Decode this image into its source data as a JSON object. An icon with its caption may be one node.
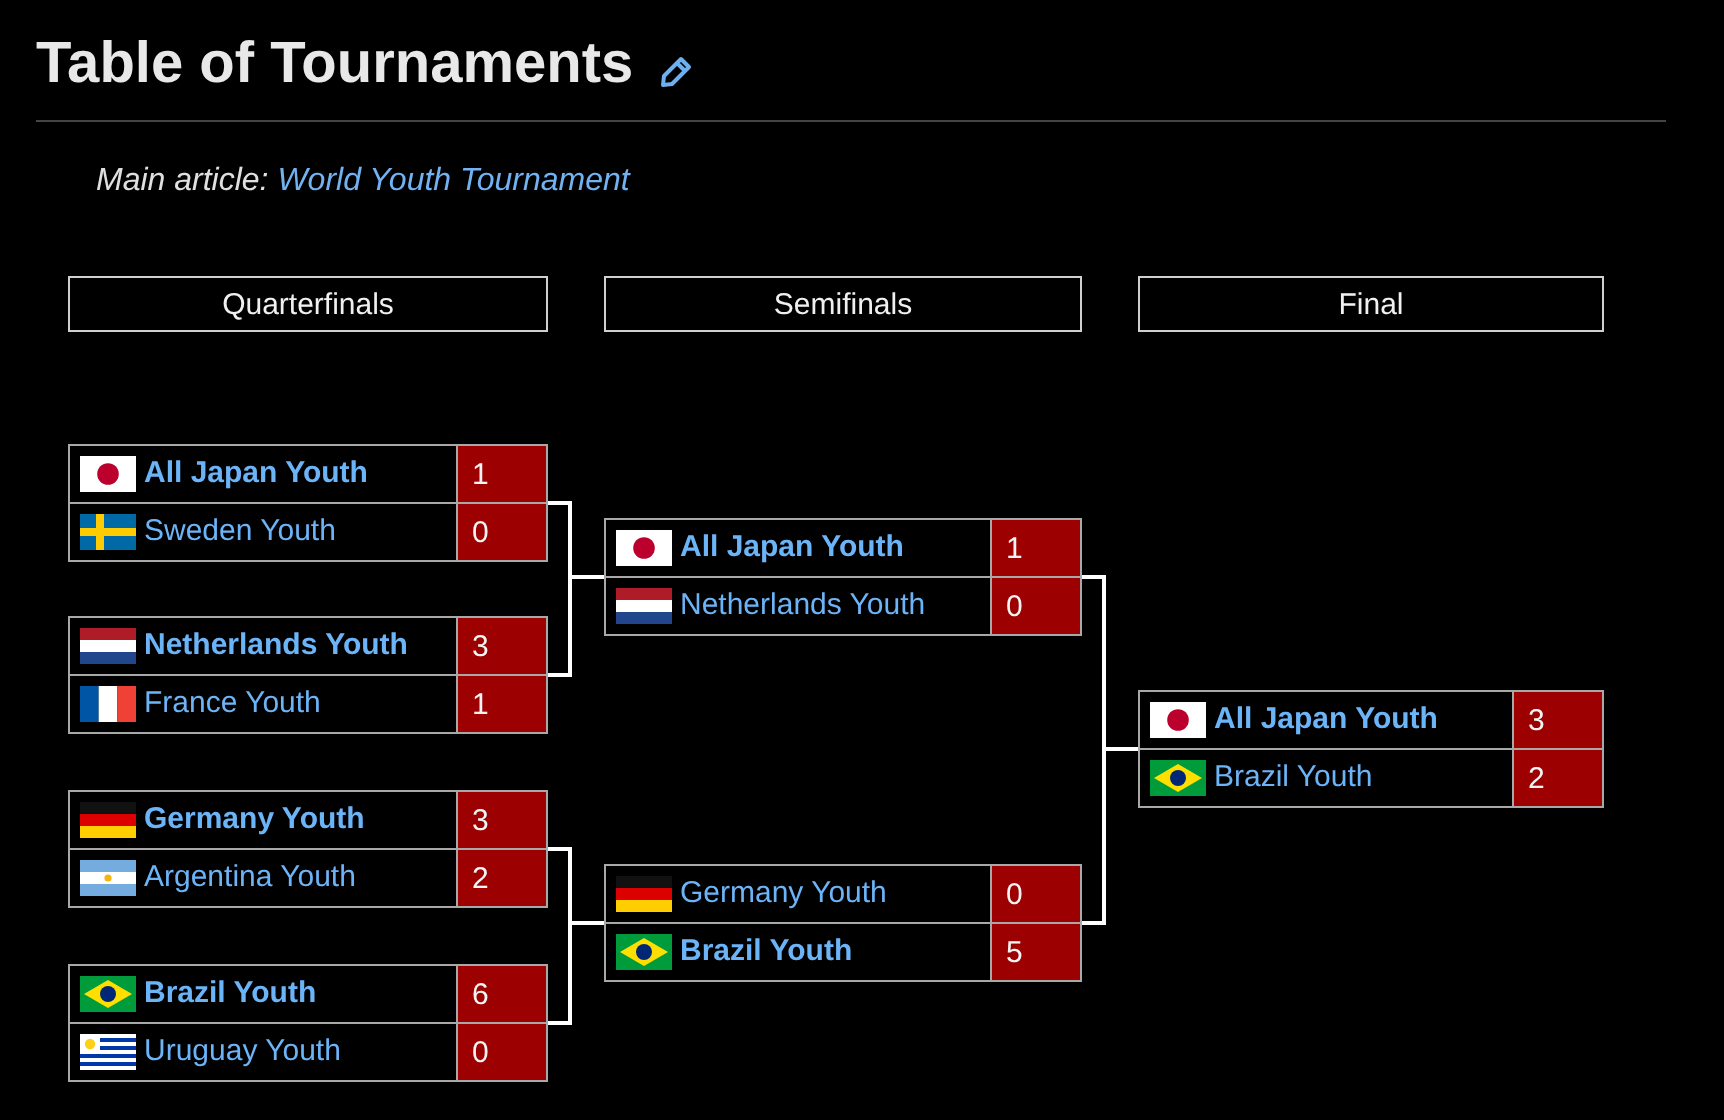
{
  "diagram": {
    "title": "Table of Tournaments",
    "nodes": [
      {
        "text": [
          "Quarterfinals"
        ]
      },
      {
        "text": [
          "Semifinals"
        ]
      },
      {
        "text": [
          "Final"
        ]
      },
      {
        "text": [
          "All Japan Youth",
          "1",
          "Sweden Youth",
          "0"
        ]
      },
      {
        "text": [
          "Netherlands Youth",
          "3",
          "France Youth",
          "1"
        ]
      },
      {
        "text": [
          "Germany Youth",
          "3",
          "Argentina Youth",
          "2"
        ]
      },
      {
        "text": [
          "Brazil Youth",
          "6",
          "Uruguay Youth",
          "0"
        ]
      },
      {
        "text": [
          "All Japan Youth",
          "1",
          "Netherlands Youth",
          "0"
        ]
      },
      {
        "text": [
          "Germany Youth",
          "0",
          "Brazil Youth",
          "5"
        ]
      },
      {
        "text": [
          "All Japan Youth",
          "3",
          "Brazil Youth",
          "2"
        ]
      }
    ],
    "edges": [
      {
        "from": 3,
        "to": 7,
        "arrow": "none"
      },
      {
        "from": 4,
        "to": 7,
        "arrow": "none"
      },
      {
        "from": 5,
        "to": 8,
        "arrow": "none"
      },
      {
        "from": 6,
        "to": 8,
        "arrow": "none"
      },
      {
        "from": 7,
        "to": 9,
        "arrow": "none"
      },
      {
        "from": 8,
        "to": 9,
        "arrow": "none"
      }
    ],
    "labels": [
      "Main article:",
      "World Youth Tournament"
    ]
  }
}
